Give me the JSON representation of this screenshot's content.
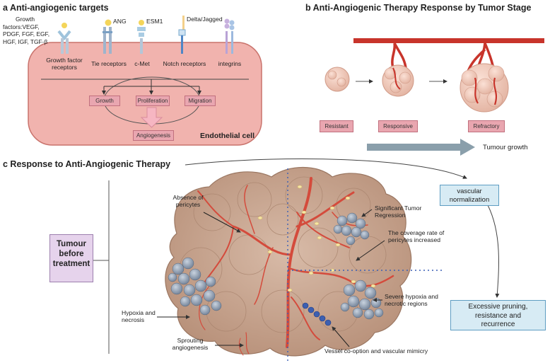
{
  "panel_a": {
    "title": "a Anti-angiogenic targets",
    "growth_factors_text": [
      "Growth",
      "factors:VEGF,",
      "PDGF, FGF, EGF,",
      "HGF, IGF, TGF-β"
    ],
    "receptors": {
      "growth_factor": [
        "Growth factor",
        "receptors"
      ],
      "ang": "ANG",
      "tie": "Tie receptors",
      "esm1": "ESM1",
      "cmet": "c-Met",
      "delta_jagged": "Delta/Jagged",
      "notch": "Notch receptors",
      "integrins": "integrins"
    },
    "effects": {
      "growth": "Growth",
      "proliferation": "Proliferation",
      "migration": "Migration"
    },
    "outcome": "Angiogenesis",
    "cell_label": "Endothelial cell"
  },
  "panel_b": {
    "title": "b Anti-Angiogenic Therapy Response by Tumor Stage",
    "stages": [
      "Resistant",
      "Responsive",
      "Refractory"
    ],
    "growth_label": "Tumour growth"
  },
  "panel_c": {
    "title": "c Response to Anti-Angiogenic Therapy",
    "before_label": [
      "Tumour",
      "before",
      "treatment"
    ],
    "vascular_normalization": [
      "vascular",
      "normalization"
    ],
    "excessive_pruning": [
      "Excessive pruning,",
      "resistance and",
      "recurrence"
    ],
    "annotations": {
      "absence_pericytes": [
        "Absence of",
        "pericytes"
      ],
      "hypoxia_necrosis": [
        "Hypoxia and",
        "necrosis"
      ],
      "sprouting": [
        "Sprouting",
        "angiogenesis"
      ],
      "regression": [
        "Significant Tumor",
        "Regression"
      ],
      "coverage": [
        "The coverage rate of",
        "pericytes increased"
      ],
      "severe_hypoxia": [
        "Severe hypoxia and",
        "necrotic regions"
      ],
      "co_option": "Vessel co-option and vascular mimicry"
    }
  },
  "colors": {
    "cell_fill": "#f1b3ae",
    "cell_border": "#c9736c",
    "pink_box": "#e9a6b0",
    "blue_box": "#d7ebf4",
    "purple_box": "#e6d3ec",
    "vessel": "#c8342b",
    "tumor_tan": "#c9a894",
    "arrow_gray": "#8a9fab"
  }
}
